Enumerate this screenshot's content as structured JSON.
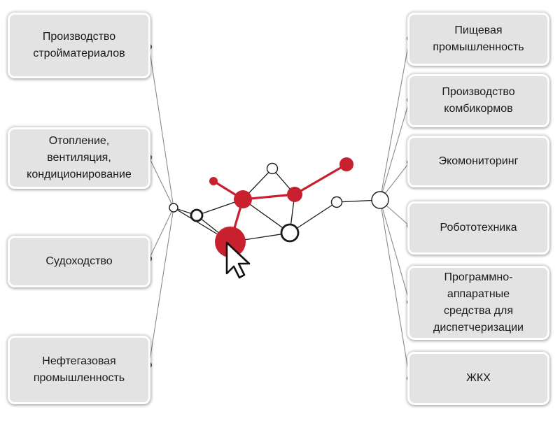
{
  "colors": {
    "accent": "#c8202f",
    "line_dark": "#1a1a1a",
    "line_light": "#8a8a8a",
    "box_fill": "#e3e3e3",
    "dot": "#5f5f5f"
  },
  "left_boxes": [
    {
      "label": "Производство\nстройматериалов"
    },
    {
      "label": "Отопление,\nвентиляция,\nкондиционирование"
    },
    {
      "label": "Судоходство"
    },
    {
      "label": "Нефтегазовая\nпромышленность"
    }
  ],
  "right_boxes": [
    {
      "label": "Пищевая\nпромышленность"
    },
    {
      "label": "Производство\nкомбикормов"
    },
    {
      "label": "Экомониторинг"
    },
    {
      "label": "Робототехника"
    },
    {
      "label": "Программно-\nаппаратные\nсредства для\nдиспетчеризации"
    },
    {
      "label": "ЖКХ"
    }
  ],
  "icons": {
    "cursor": "cursor-arrow-icon",
    "network": "network-graph-icon"
  }
}
